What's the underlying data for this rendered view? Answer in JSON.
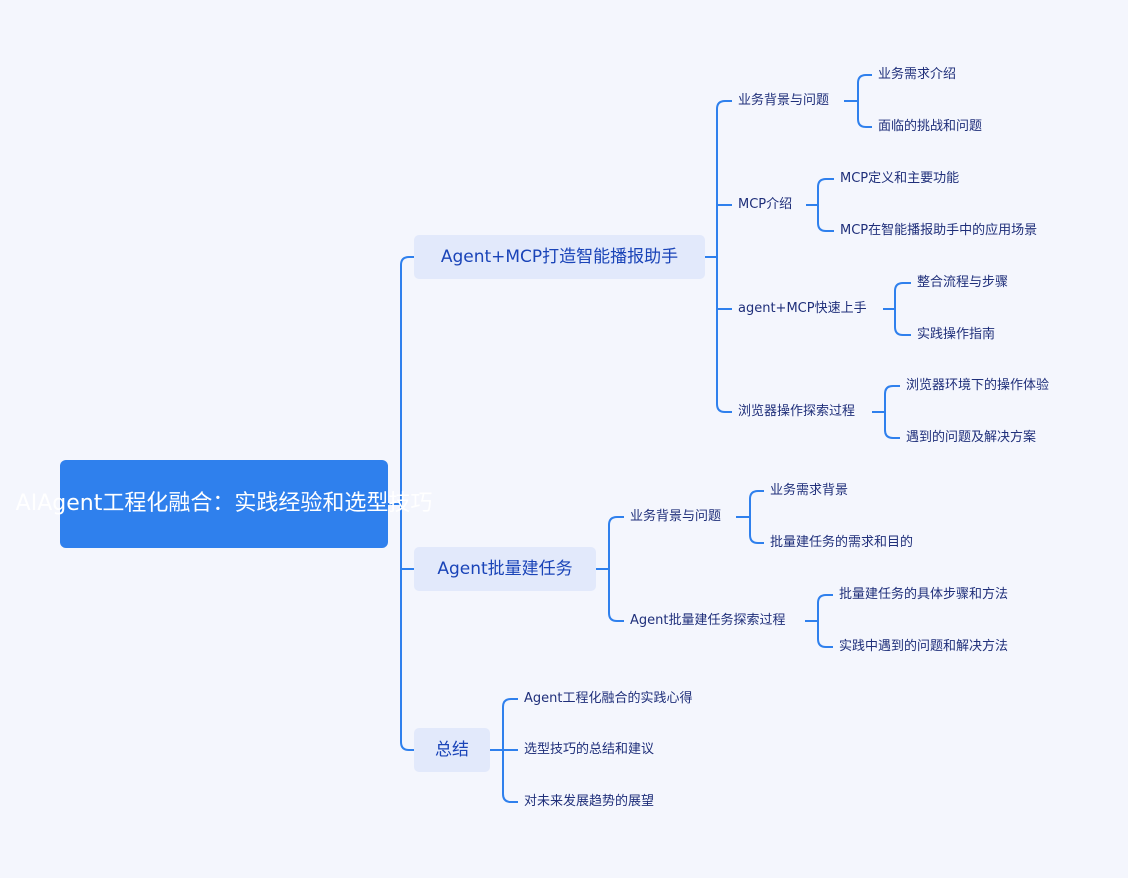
{
  "root": {
    "title": "AIAgent工程化融合：实践经验和选型技巧"
  },
  "branches": [
    {
      "label": "Agent+MCP打造智能播报助手",
      "children": [
        {
          "label": "业务背景与问题",
          "children": [
            "业务需求介绍",
            "面临的挑战和问题"
          ]
        },
        {
          "label": "MCP介绍",
          "children": [
            "MCP定义和主要功能",
            "MCP在智能播报助手中的应用场景"
          ]
        },
        {
          "label": "agent+MCP快速上手",
          "children": [
            "整合流程与步骤",
            "实践操作指南"
          ]
        },
        {
          "label": "浏览器操作探索过程",
          "children": [
            "浏览器环境下的操作体验",
            "遇到的问题及解决方案"
          ]
        }
      ]
    },
    {
      "label": "Agent批量建任务",
      "children": [
        {
          "label": "业务背景与问题",
          "children": [
            "业务需求背景",
            "批量建任务的需求和目的"
          ]
        },
        {
          "label": "Agent批量建任务探索过程",
          "children": [
            "批量建任务的具体步骤和方法",
            "实践中遇到的问题和解决方法"
          ]
        }
      ]
    },
    {
      "label": "总结",
      "children": [
        {
          "label": "Agent工程化融合的实践心得"
        },
        {
          "label": "选型技巧的总结和建议"
        },
        {
          "label": "对未来发展趋势的展望"
        }
      ]
    }
  ],
  "colors": {
    "background": "#f4f6fd",
    "root": "#2f80ed",
    "branch_bg": "#e2e9fb",
    "line": "#2f80ed"
  }
}
